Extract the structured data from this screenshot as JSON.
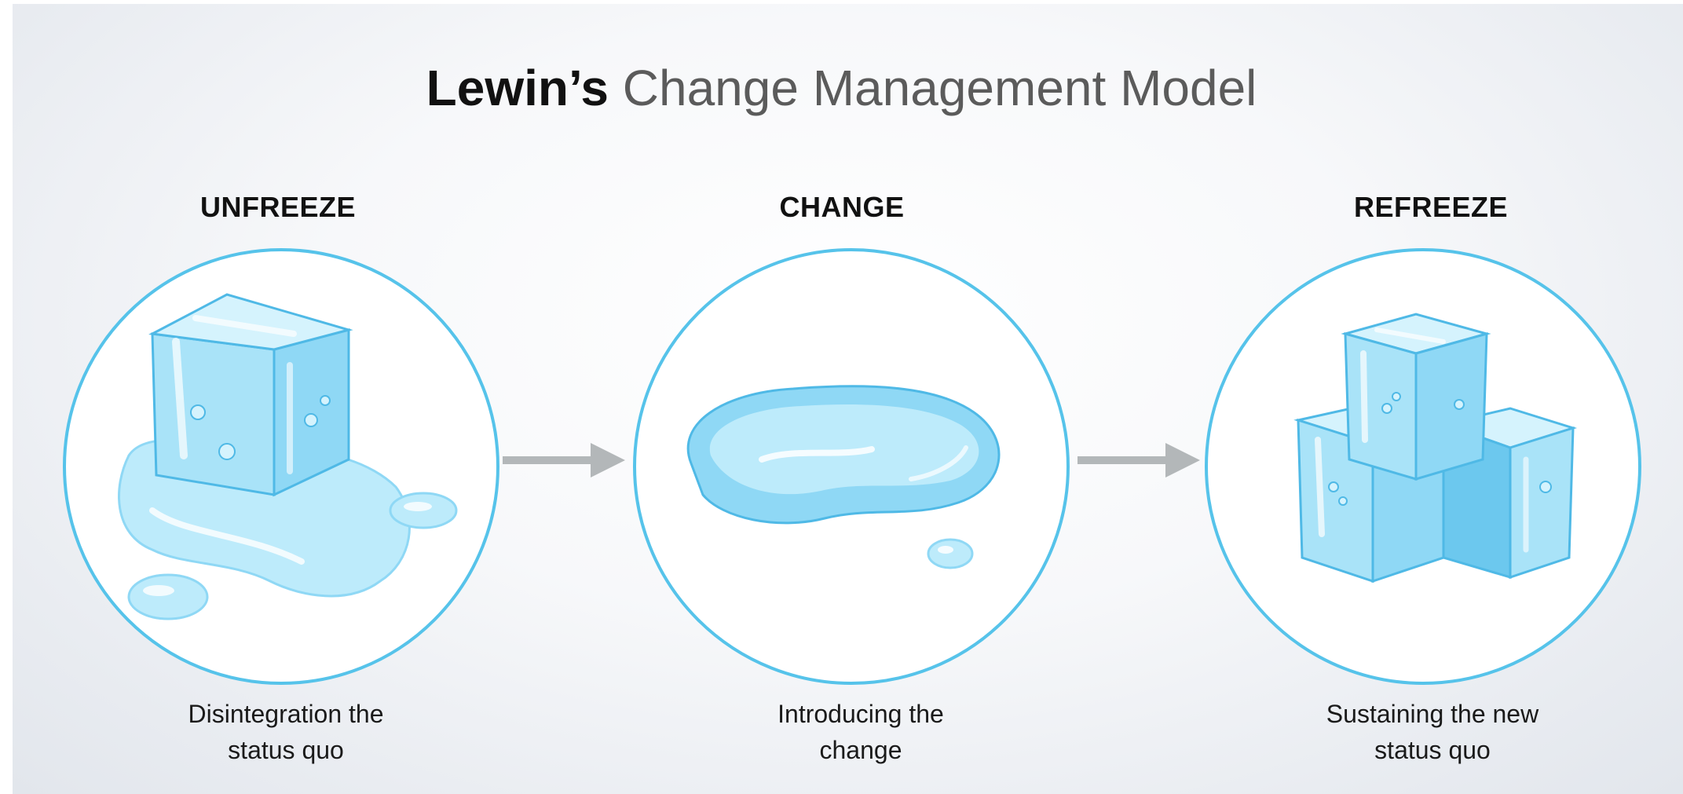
{
  "title": {
    "bold": "Lewin’s",
    "light": "Change Management Model"
  },
  "stages": [
    {
      "label": "UNFREEZE",
      "desc_line1": "Disintegration the",
      "desc_line2": "status quo",
      "icon": "melting-ice-cube-icon"
    },
    {
      "label": "CHANGE",
      "desc_line1": "Introducing the",
      "desc_line2": "change",
      "icon": "water-puddle-icon"
    },
    {
      "label": "REFREEZE",
      "desc_line1": "Sustaining the new",
      "desc_line2": "status quo",
      "icon": "stacked-ice-cubes-icon"
    }
  ],
  "colors": {
    "circle_border": "#56c3ea",
    "arrow": "#b3b7b9",
    "ice_light": "#bdebfb",
    "ice_mid": "#8fd8f5",
    "ice_dark": "#4fb9e6"
  }
}
